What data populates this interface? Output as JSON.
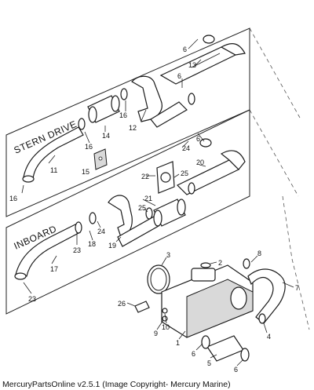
{
  "diagram": {
    "section_labels": {
      "stern_drive": "STERN DRIVE",
      "inboard": "INBOARD"
    },
    "callouts": {
      "c6_top": "6",
      "c13": "13",
      "c6_mid": "6",
      "c16_a": "16",
      "c14": "14",
      "c12": "12",
      "c16_b": "16",
      "c11": "11",
      "c15": "15",
      "c16_c": "16",
      "c24_top": "24",
      "c6_right": "6",
      "c25_a": "25",
      "c22": "22",
      "c20": "20",
      "c21": "21",
      "c25_b": "25",
      "c24_b": "24",
      "c18": "18",
      "c23_a": "23",
      "c19": "19",
      "c17": "17",
      "c23_b": "23",
      "c3": "3",
      "c2": "2",
      "c8": "8",
      "c7": "7",
      "c26": "26",
      "c9": "9",
      "c10": "10",
      "c1": "1",
      "c4": "4",
      "c6_bot_a": "6",
      "c5": "5",
      "c6_bot_b": "6"
    }
  },
  "footer": {
    "caption": "MercuryPartsOnline v2.5.1 (Image Copyright- Mercury Marine)"
  }
}
